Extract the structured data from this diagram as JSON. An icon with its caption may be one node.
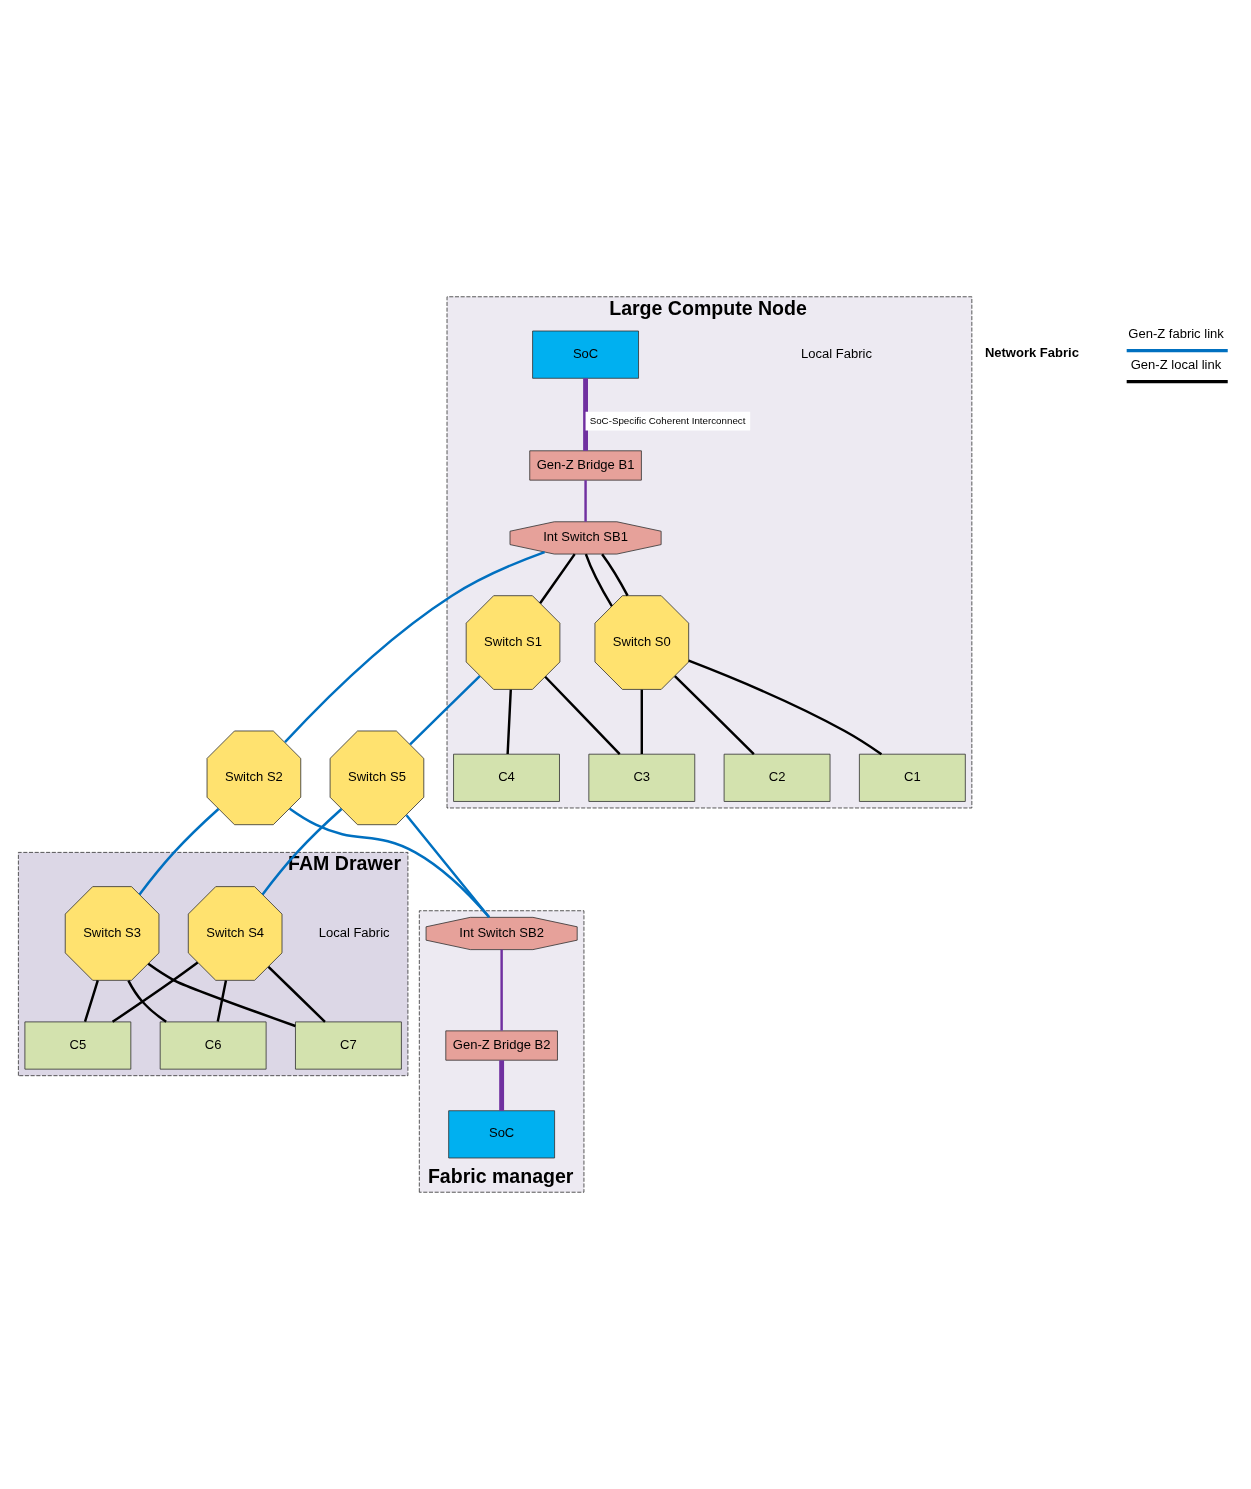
{
  "diagram": {
    "nodes": [
      {
        "text": [
          "Large Compute Node"
        ]
      },
      {
        "text": [
          "SoC"
        ],
        "in": 0
      },
      {
        "text": [
          "Gen-Z Bridge B1"
        ],
        "in": 0
      },
      {
        "text": [
          "Int Switch SB1"
        ],
        "in": 0
      },
      {
        "text": [
          "Switch S0"
        ],
        "in": 0
      },
      {
        "text": [
          "Switch S1"
        ],
        "in": 0
      },
      {
        "text": [
          "C1"
        ],
        "in": 0
      },
      {
        "text": [
          "C2"
        ],
        "in": 0
      },
      {
        "text": [
          "C3"
        ],
        "in": 0
      },
      {
        "text": [
          "C4"
        ],
        "in": 0
      },
      {
        "text": [
          "Switch S2"
        ]
      },
      {
        "text": [
          "Switch S5"
        ]
      },
      {
        "text": [
          "FAM Drawer"
        ]
      },
      {
        "text": [
          "Switch S3"
        ],
        "in": 12
      },
      {
        "text": [
          "Switch S4"
        ],
        "in": 12
      },
      {
        "text": [
          "C7"
        ],
        "in": 12
      },
      {
        "text": [
          "C5"
        ],
        "in": 12
      },
      {
        "text": [
          "C6"
        ],
        "in": 12
      },
      {
        "text": [
          "Fabric manager"
        ]
      },
      {
        "text": [
          "Int Switch SB2"
        ],
        "in": 18
      },
      {
        "text": [
          "Gen-Z Bridge B2"
        ],
        "in": 18
      },
      {
        "text": [
          "SoC"
        ],
        "in": 18
      }
    ],
    "edges": [
      {
        "from": 1,
        "to": 2,
        "arrow": "none",
        "label": "SoC-Specific Coherent Interconnect",
        "style": "thick",
        "color": "#7030a0"
      },
      {
        "from": 2,
        "to": 3,
        "arrow": "none",
        "color": "#7030a0"
      },
      {
        "from": 3,
        "to": 4,
        "arrow": "none"
      },
      {
        "from": 3,
        "to": 4,
        "arrow": "none"
      },
      {
        "from": 3,
        "to": 5,
        "arrow": "none"
      },
      {
        "from": 3,
        "to": 10,
        "arrow": "none",
        "color": "#0070c0"
      },
      {
        "from": 4,
        "to": 6,
        "arrow": "none"
      },
      {
        "from": 4,
        "to": 7,
        "arrow": "none"
      },
      {
        "from": 4,
        "to": 8,
        "arrow": "none"
      },
      {
        "from": 5,
        "to": 8,
        "arrow": "none"
      },
      {
        "from": 5,
        "to": 9,
        "arrow": "none"
      },
      {
        "from": 5,
        "to": 11,
        "arrow": "none",
        "color": "#0070c0"
      },
      {
        "from": 10,
        "to": 13,
        "arrow": "none",
        "color": "#0070c0"
      },
      {
        "from": 10,
        "to": 19,
        "arrow": "none",
        "color": "#0070c0"
      },
      {
        "from": 11,
        "to": 14,
        "arrow": "none",
        "color": "#0070c0"
      },
      {
        "from": 11,
        "to": 19,
        "arrow": "none",
        "color": "#0070c0"
      },
      {
        "from": 13,
        "to": 15,
        "arrow": "none"
      },
      {
        "from": 13,
        "to": 16,
        "arrow": "none"
      },
      {
        "from": 13,
        "to": 17,
        "arrow": "none"
      },
      {
        "from": 14,
        "to": 15,
        "arrow": "none"
      },
      {
        "from": 14,
        "to": 16,
        "arrow": "none"
      },
      {
        "from": 14,
        "to": 17,
        "arrow": "none"
      },
      {
        "from": 19,
        "to": 20,
        "arrow": "none",
        "color": "#7030a0"
      },
      {
        "from": 20,
        "to": 21,
        "arrow": "none",
        "style": "thick",
        "color": "#7030a0"
      }
    ],
    "labels": [
      "Local Fabric",
      "Network Fabric",
      "Local Fabric"
    ],
    "legend": [
      {
        "text": "Gen-Z fabric link"
      },
      {
        "text": "Gen-Z local link"
      }
    ]
  }
}
